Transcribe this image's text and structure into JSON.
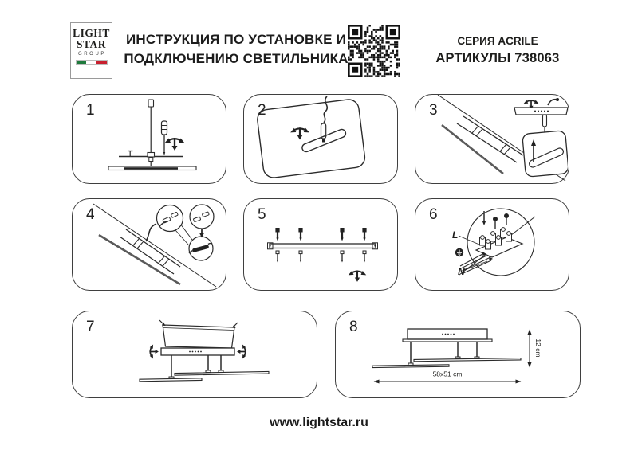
{
  "header": {
    "logo": {
      "line1": "LIGHT",
      "line2": "STAR",
      "line3": "GROUP"
    },
    "title_line1": "ИНСТРУКЦИЯ ПО УСТАНОВКЕ И",
    "title_line2": "ПОДКЛЮЧЕНИЮ СВЕТИЛЬНИКА",
    "series": "СЕРИЯ ACRILE",
    "articles": "АРТИКУЛЫ 738063"
  },
  "steps": [
    {
      "number": "1"
    },
    {
      "number": "2"
    },
    {
      "number": "3"
    },
    {
      "number": "4"
    },
    {
      "number": "5"
    },
    {
      "number": "6"
    },
    {
      "number": "7"
    },
    {
      "number": "8"
    }
  ],
  "diagram_labels": {
    "live": "L",
    "neutral": "N",
    "height": "12 cm",
    "dimensions": "58x51 cm"
  },
  "icons": {
    "qr": "qr-code",
    "turn_screw": "turn-screw-arrows-icon",
    "screwdriver": "screwdriver-icon",
    "ground": "ground-terminal-icon",
    "italy_flag": "italy-flag"
  },
  "footer": {
    "website": "www.lightstar.ru"
  },
  "colors": {
    "line": "#2b2b2b",
    "text": "#1d1d1b",
    "flag_green": "#1e7a3c",
    "flag_red": "#c8202f"
  }
}
